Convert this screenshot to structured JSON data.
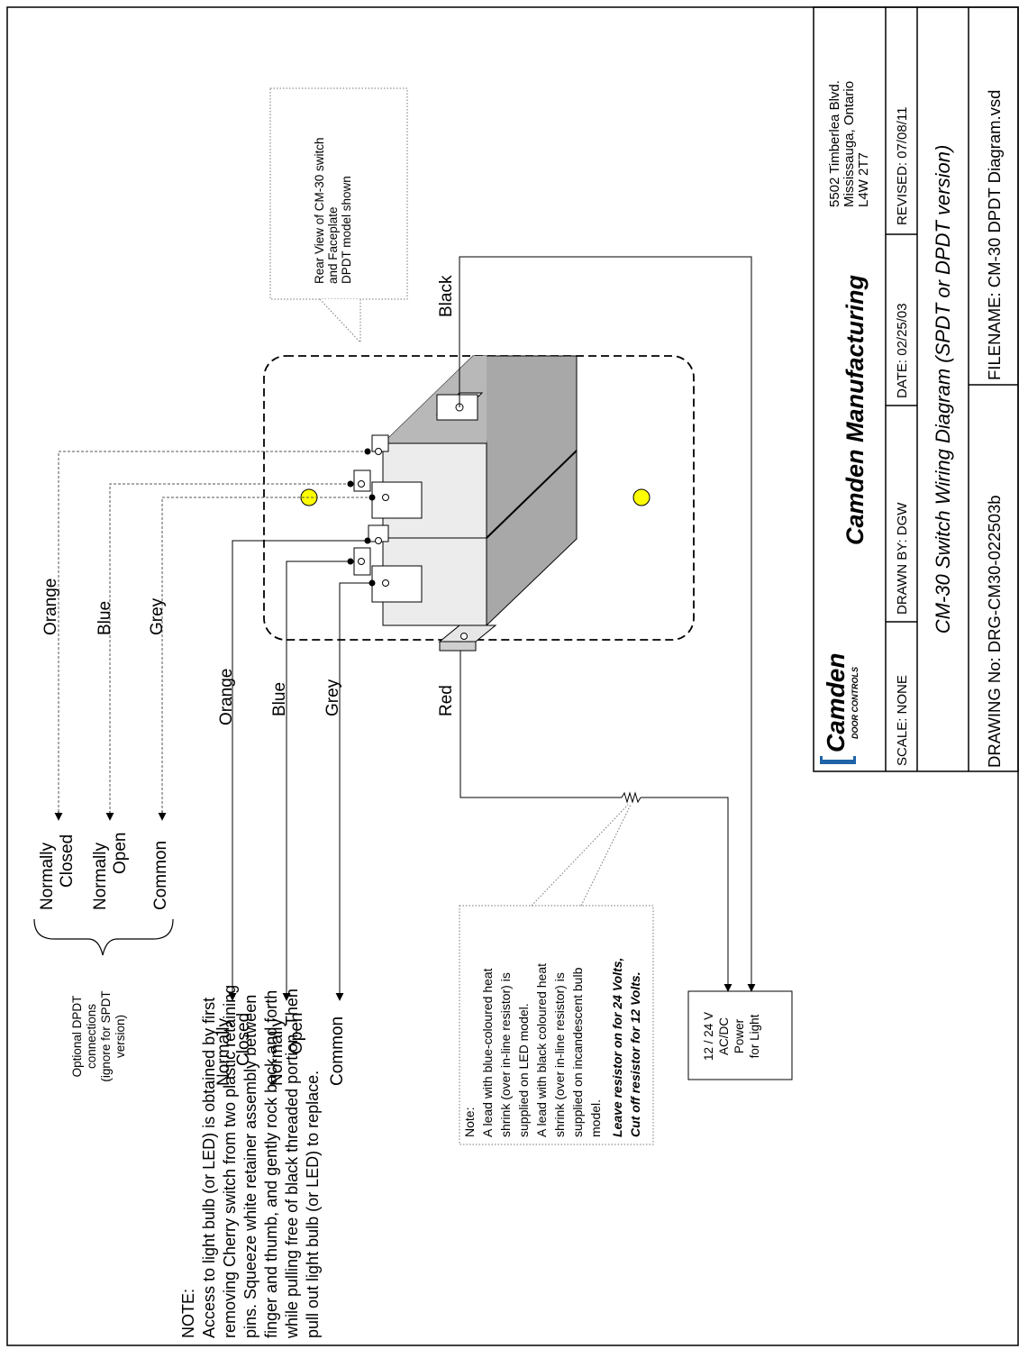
{
  "title_block": {
    "logo_name": "Camden",
    "logo_sub": "DOOR CONTROLS",
    "company": "Camden Manufacturing",
    "address": [
      "5502 Timberlea Blvd.",
      "Mississauga, Ontario",
      "L4W 2T7"
    ],
    "scale": "SCALE:  NONE",
    "drawn_by": "DRAWN BY: DGW",
    "date": "DATE:  02/25/03",
    "revised": "REVISED: 07/08/11",
    "title": "CM-30 Switch Wiring Diagram (SPDT or DPDT version)",
    "drawing_no": "DRAWING No: DRG-CM30-022503b",
    "filename": "FILENAME:   CM-30 DPDT Diagram.vsd"
  },
  "callout": [
    "Rear View of CM-30 switch",
    "and Faceplate",
    "DPDT model shown"
  ],
  "wires_upper": [
    "Orange",
    "Blue",
    "Grey"
  ],
  "wires_lower": [
    "Orange",
    "Blue",
    "Grey"
  ],
  "wire_red": "Red",
  "wire_black": "Black",
  "terminals_upper": [
    [
      "Normally",
      "Closed"
    ],
    [
      "Normally",
      "Open"
    ],
    [
      "Common"
    ]
  ],
  "terminals_lower": [
    [
      "Normally",
      "Closed"
    ],
    [
      "Normally",
      "Open"
    ],
    [
      "Common"
    ]
  ],
  "optional_dpdt": [
    "Optional DPDT",
    "connections",
    "(ignore for SPDT",
    "version)"
  ],
  "power": [
    "12 / 24 V",
    "AC/DC",
    "Power",
    "for Light"
  ],
  "resistor_note": [
    "Note:",
    "A lead with blue-coloured heat",
    "shrink (over in-line resistor) is",
    "supplied on LED model.",
    "A lead with black coloured heat",
    "shrink (over in-line resistor) is",
    "supplied on incandescent bulb",
    "model.",
    "Leave resistor on for 24 Volts,",
    "Cut off resistor for 12 Volts."
  ],
  "access_note": [
    "NOTE:",
    "Access to light bulb (or LED) is obtained by first",
    "removing Cherry switch from two plastic retaining",
    "pins.  Squeeze white retainer assembly between",
    "finger and thumb, and gently rock back and forth",
    "while pulling free of black threaded portion.  Then",
    "pull out light bulb (or LED) to replace."
  ],
  "colors": {
    "led": "#ffff00",
    "box_top": "#c8c8c8",
    "box_front": "#ececec",
    "box_side": "#a8a8a8",
    "logo_blue": "#1f63a8"
  }
}
